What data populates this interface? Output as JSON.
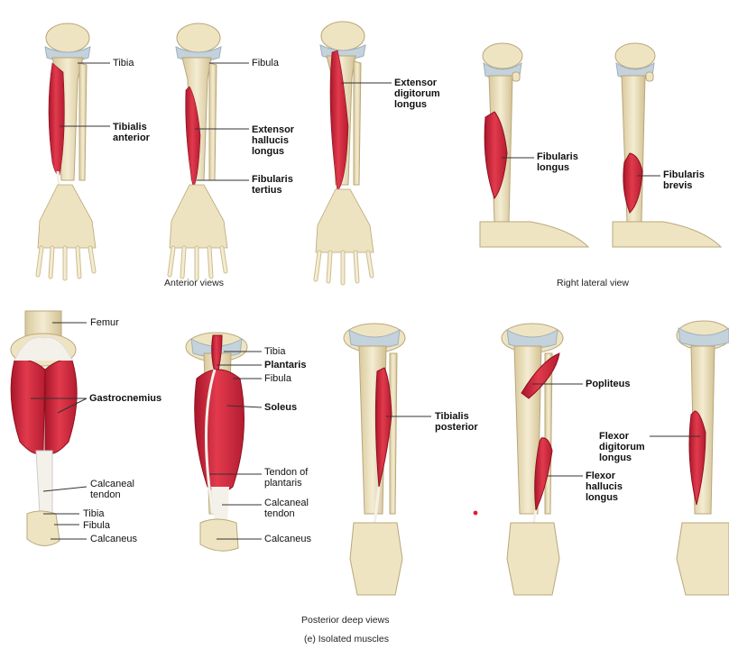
{
  "top": {
    "tibia": "Tibia",
    "tibialis_anterior": "Tibialis\nanterior",
    "fibula": "Fibula",
    "ext_hallucis": "Extensor\nhallucis\nlongus",
    "fib_tertius": "Fibularis\ntertius",
    "ext_digitorum": "Extensor\ndigitorum\nlongus",
    "fib_longus": "Fibularis\nlongus",
    "fib_brevis": "Fibularis\nbrevis",
    "caption_anterior": "Anterior views",
    "caption_lateral": "Right lateral view"
  },
  "bottom": {
    "femur": "Femur",
    "gastrocnemius": "Gastrocnemius",
    "calc_tendon": "Calcaneal\ntendon",
    "tibia": "Tibia",
    "fibula": "Fibula",
    "calcaneus": "Calcaneus",
    "tibia2": "Tibia",
    "plantaris": "Plantaris",
    "fibula2": "Fibula",
    "soleus": "Soleus",
    "tendon_plantaris": "Tendon of\nplantaris",
    "calc_tendon2": "Calcaneal\ntendon",
    "calcaneus2": "Calcaneus",
    "tib_posterior": "Tibialis\nposterior",
    "popliteus": "Popliteus",
    "flex_hallucis": "Flexor\nhallucis\nlongus",
    "flex_digitorum": "Flexor\ndigitorum\nlongus",
    "caption_posterior": "Posterior deep views",
    "caption_isolated": "(e) Isolated muscles"
  },
  "colors": {
    "bone": "#efe4c2",
    "bone_edge": "#b8a77a",
    "muscle": "#d42a3c",
    "tendon": "#f4f1ea",
    "cartilage": "#c4d2db",
    "leader": "#333333"
  }
}
